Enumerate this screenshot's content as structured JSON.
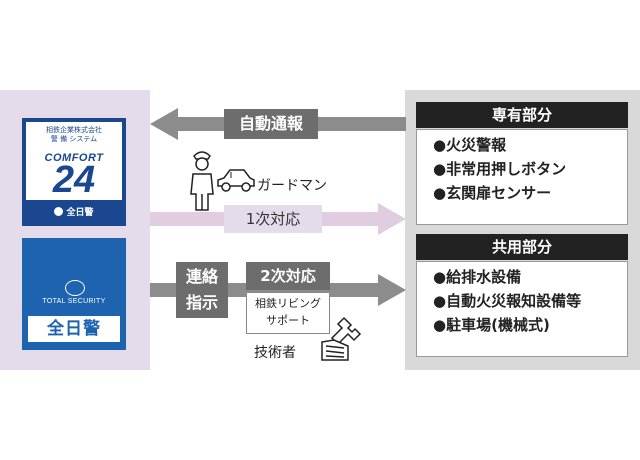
{
  "logo_comfort": {
    "company_line": "相鉄企業株式会社",
    "system_line": "警 備 システム",
    "brand_word": "COMFORT",
    "brand_number": "24",
    "footer_text": "全日警"
  },
  "logo_security": {
    "english_text": "TOTAL SECURITY",
    "badge_text": "全日警"
  },
  "arrows": {
    "auto_report": "自動通報",
    "first_response": "1次対応",
    "instruction_line1": "連絡",
    "instruction_line2": "指示",
    "second_response": "2次対応"
  },
  "support_box": {
    "line1": "相鉄リビング",
    "line2": "サポート"
  },
  "people": {
    "guard_label": "ガードマン",
    "technician_label": "技術者"
  },
  "private_section": {
    "header": "専有部分",
    "items": [
      "●火災警報",
      "●非常用押しボタン",
      "●玄関扉センサー"
    ]
  },
  "common_section": {
    "header": "共用部分",
    "items": [
      "●給排水設備",
      "●自動火災報知設備等",
      "●駐車場(機械式)"
    ]
  },
  "colors": {
    "left_panel": "#e4dcea",
    "right_panel": "#d9d9d9",
    "arrow_gray": "#8c8c8c",
    "arrow_pink": "#e0cde0",
    "brand_blue": "#1b4690",
    "security_blue": "#1e63b0"
  },
  "icons": [
    "guard-icon",
    "car-icon",
    "wrench-hand-icon",
    "shield-emblem-icon"
  ]
}
